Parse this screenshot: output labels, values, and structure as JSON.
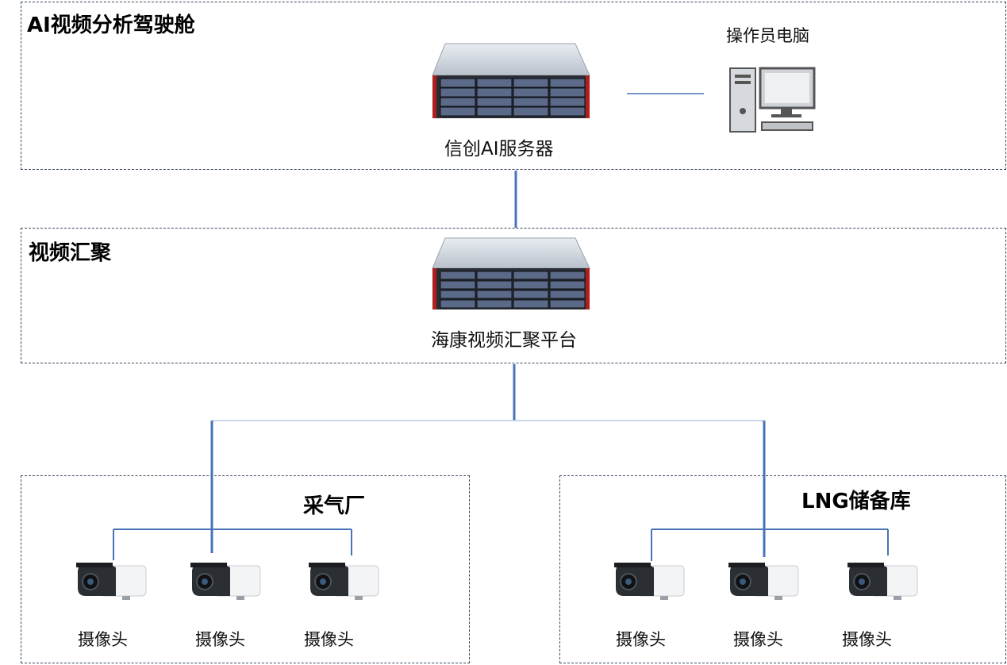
{
  "sections": {
    "cockpit": {
      "title": "AI视频分析驾驶舱"
    },
    "aggregation": {
      "title": "视频汇聚"
    },
    "site_a": {
      "title": "采气厂"
    },
    "site_b": {
      "title": "LNG储备库"
    }
  },
  "nodes": {
    "ai_server": {
      "label": "信创AI服务器",
      "icon": "rack-server-icon"
    },
    "operator_pc": {
      "label": "操作员电脑",
      "icon": "desktop-computer-icon"
    },
    "hik_platform": {
      "label": "海康视频汇聚平台",
      "icon": "rack-server-icon"
    },
    "cameras_a": [
      {
        "label": "摄像头",
        "icon": "bullet-camera-icon"
      },
      {
        "label": "摄像头",
        "icon": "bullet-camera-icon"
      },
      {
        "label": "摄像头",
        "icon": "bullet-camera-icon"
      }
    ],
    "cameras_b": [
      {
        "label": "摄像头",
        "icon": "bullet-camera-icon"
      },
      {
        "label": "摄像头",
        "icon": "bullet-camera-icon"
      },
      {
        "label": "摄像头",
        "icon": "bullet-camera-icon"
      }
    ]
  },
  "colors": {
    "link": "#4a72b8",
    "border": "#3a4a5e"
  }
}
